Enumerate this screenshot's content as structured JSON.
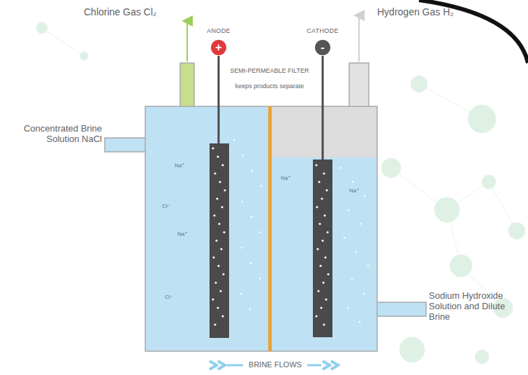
{
  "diagram": {
    "nodes": [
      {
        "text": [
          "ANODE",
          "+"
        ]
      },
      {
        "text": [
          "CATHODE",
          "-"
        ]
      }
    ],
    "labels": [
      "Chlorine Gas Cl₂",
      "Hydrogen Gas H₂",
      "SEMI-PERMEABLE FILTER",
      "keeps products separate",
      "Concentrated Brine Solution NaCl",
      "Sodium Hydroxide Solution and Dilute Brine",
      "BRINE FLOWS",
      "Na⁺",
      "Cl⁻",
      "Na⁺",
      "Cl⁻",
      "Na⁺",
      "Na⁺"
    ]
  }
}
